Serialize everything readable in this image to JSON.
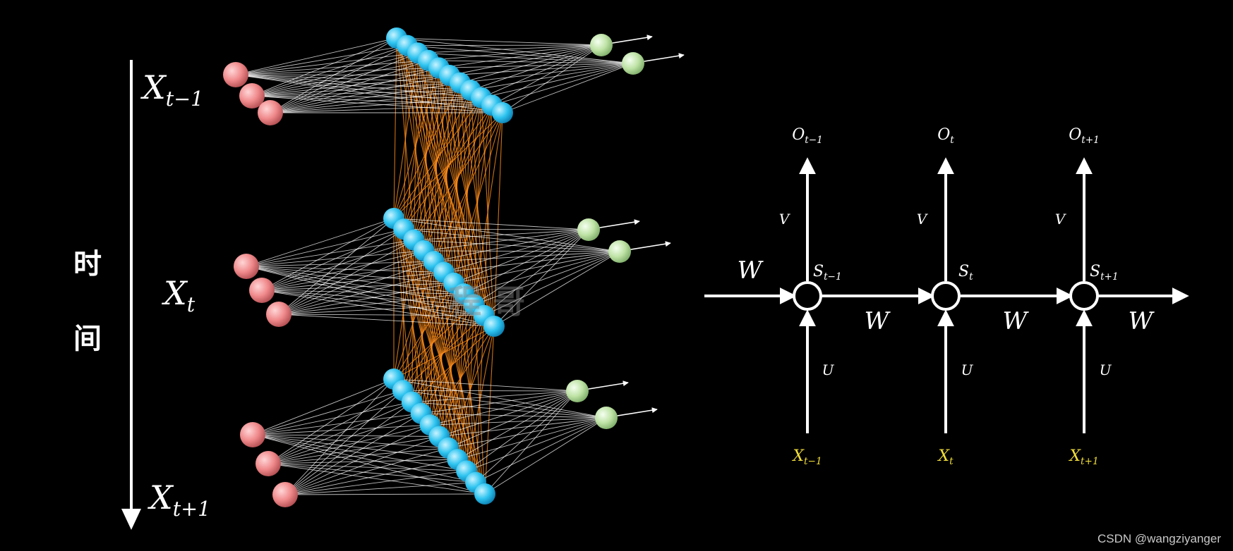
{
  "colors": {
    "background": "#000000",
    "input_node": "#f08a8c",
    "hidden_node": "#2ec4f0",
    "output_node": "#bfe3a6",
    "recurrent_links": "#ff8c1a",
    "links": "#ffffff",
    "input_label": "#f1dd3a"
  },
  "left_diagram": {
    "time_axis_label": [
      "时",
      "间"
    ],
    "inputs": [
      {
        "base": "X",
        "sub": "t−1"
      },
      {
        "base": "X",
        "sub": "t"
      },
      {
        "base": "X",
        "sub": "t+1"
      }
    ],
    "watermark": "程 哥"
  },
  "right_diagram": {
    "cells": [
      {
        "output": {
          "base": "O",
          "sub": "t−1"
        },
        "state": {
          "base": "S",
          "sub": "t−1"
        },
        "input": {
          "base": "X",
          "sub": "t−1"
        },
        "v": "V",
        "u": "U"
      },
      {
        "output": {
          "base": "O",
          "sub": "t"
        },
        "state": {
          "base": "S",
          "sub": "t"
        },
        "input": {
          "base": "X",
          "sub": "t"
        },
        "v": "V",
        "u": "U"
      },
      {
        "output": {
          "base": "O",
          "sub": "t+1"
        },
        "state": {
          "base": "S",
          "sub": "t+1"
        },
        "input": {
          "base": "X",
          "sub": "t+1"
        },
        "v": "V",
        "u": "U"
      }
    ],
    "w_labels": [
      "W",
      "W",
      "W",
      "W"
    ]
  },
  "credit": "CSDN @wangziyanger"
}
